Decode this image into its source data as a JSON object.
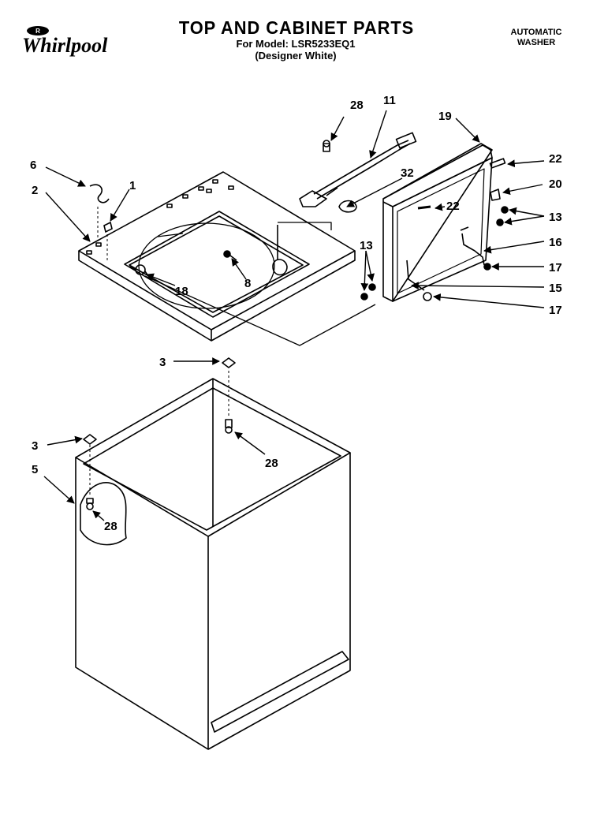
{
  "brand": {
    "badge": "R",
    "name": "Whirlpool"
  },
  "header": {
    "title": "TOP AND CABINET PARTS",
    "model_line": "For Model: LSR5233EQ1",
    "variant_line": "(Designer White)"
  },
  "appliance": {
    "line1": "AUTOMATIC",
    "line2": "WASHER"
  },
  "callouts": {
    "c28_top": "28",
    "c11": "11",
    "c19": "19",
    "c22_right": "22",
    "c6": "6",
    "c1": "1",
    "c2": "2",
    "c32": "32",
    "c22_inner": "22",
    "c20": "20",
    "c13_right": "13",
    "c16": "16",
    "c13_left": "13",
    "c17_top": "17",
    "c15": "15",
    "c17_bottom": "17",
    "c8": "8",
    "c18": "18",
    "c3_top": "3",
    "c28_mid": "28",
    "c3_left": "3",
    "c5": "5",
    "c28_low": "28"
  }
}
